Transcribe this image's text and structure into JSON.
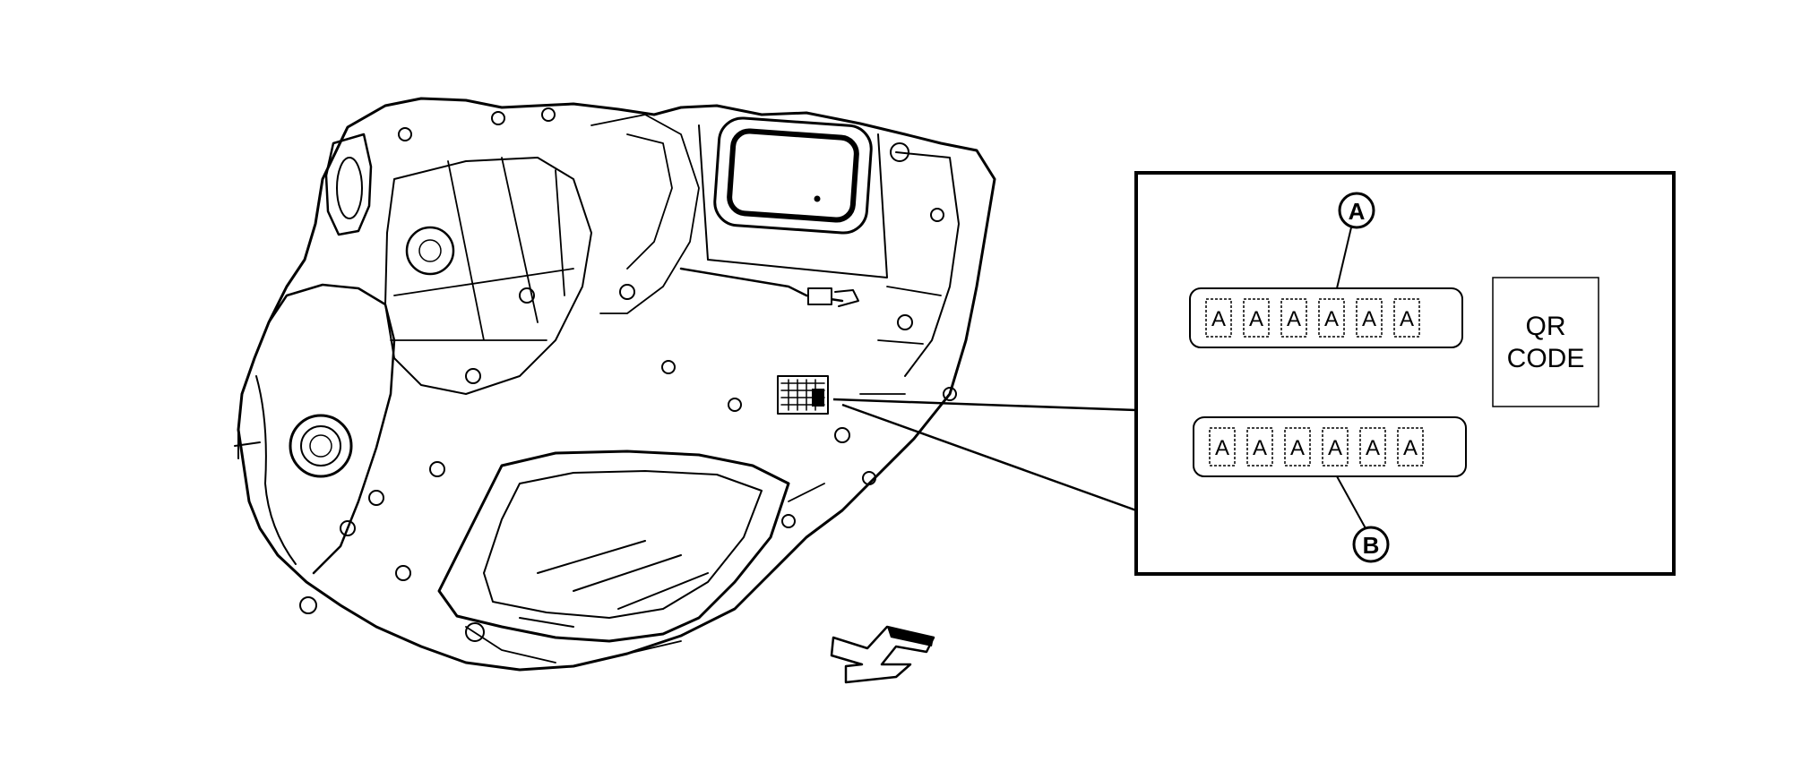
{
  "callouts": {
    "a": "A",
    "b": "B"
  },
  "label_a": {
    "chars": [
      "A",
      "A",
      "A",
      "A",
      "A",
      "A"
    ]
  },
  "label_b": {
    "chars": [
      "A",
      "A",
      "A",
      "A",
      "A",
      "A"
    ]
  },
  "qr": {
    "line1": "QR",
    "line2": "CODE"
  },
  "colors": {
    "ink": "#000000",
    "paper": "#ffffff"
  },
  "icons": {
    "front_arrow": "direction-arrow-icon"
  }
}
